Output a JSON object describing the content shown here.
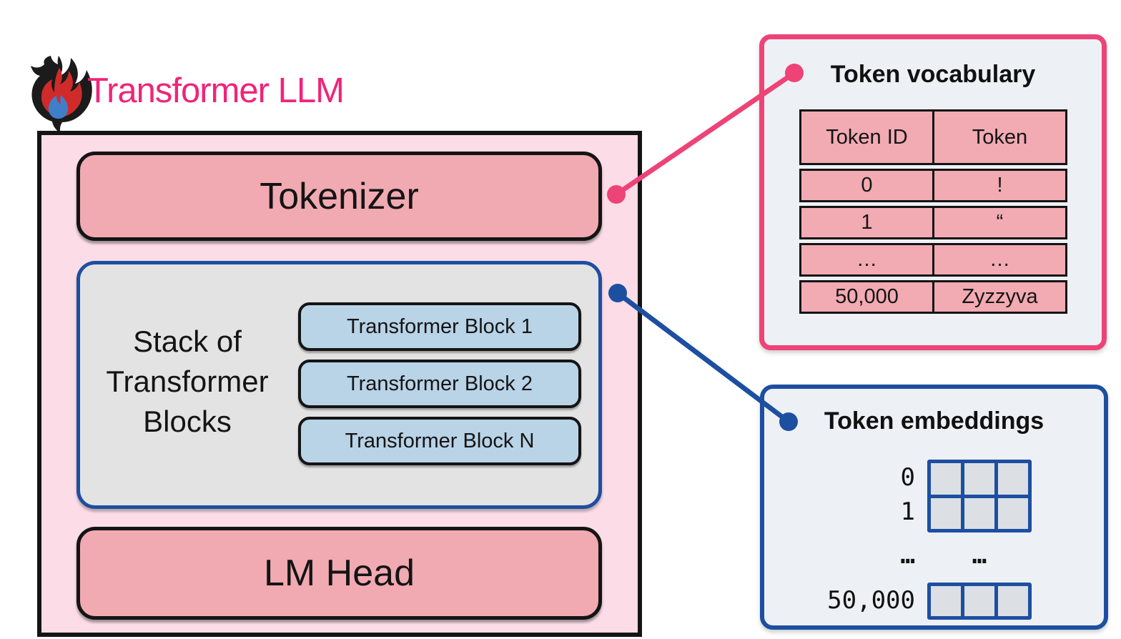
{
  "header": {
    "title": "Transformer LLM",
    "logo_icon": "flame-icon"
  },
  "main_box": {
    "tokenizer_label": "Tokenizer",
    "stack": {
      "label_lines": [
        "Stack of",
        "Transformer",
        "Blocks"
      ],
      "blocks": [
        "Transformer Block 1",
        "Transformer Block 2",
        "Transformer Block N"
      ]
    },
    "lm_head_label": "LM Head"
  },
  "token_vocabulary": {
    "title": "Token vocabulary",
    "table": {
      "headers": [
        "Token ID",
        "Token"
      ],
      "rows": [
        [
          "0",
          "!"
        ],
        [
          "1",
          "“"
        ],
        [
          "…",
          "…"
        ],
        [
          "50,000",
          "Zyzzyva"
        ]
      ]
    }
  },
  "token_embeddings": {
    "title": "Token embeddings",
    "row_labels": [
      "0",
      "1",
      "…",
      "50,000"
    ],
    "grid_ellipsis": "…",
    "matrices": [
      {
        "rows": 2,
        "cols": 3,
        "for_labels": [
          "0",
          "1"
        ]
      },
      {
        "rows": 1,
        "cols": 3,
        "for_labels": [
          "50,000"
        ]
      }
    ]
  },
  "colors": {
    "brand_pink": "#f02479",
    "connector_pink": "#ee4377",
    "connector_blue": "#1d4fa1",
    "main_box_fill": "#fbdce7",
    "salmon_fill": "#f1a9b2",
    "stack_fill": "#e3e3e3",
    "block_fill": "#b9d3e7",
    "panel_fill": "#edf0f4",
    "embed_cell_fill": "#dcdfe3",
    "border_black": "#141414"
  }
}
